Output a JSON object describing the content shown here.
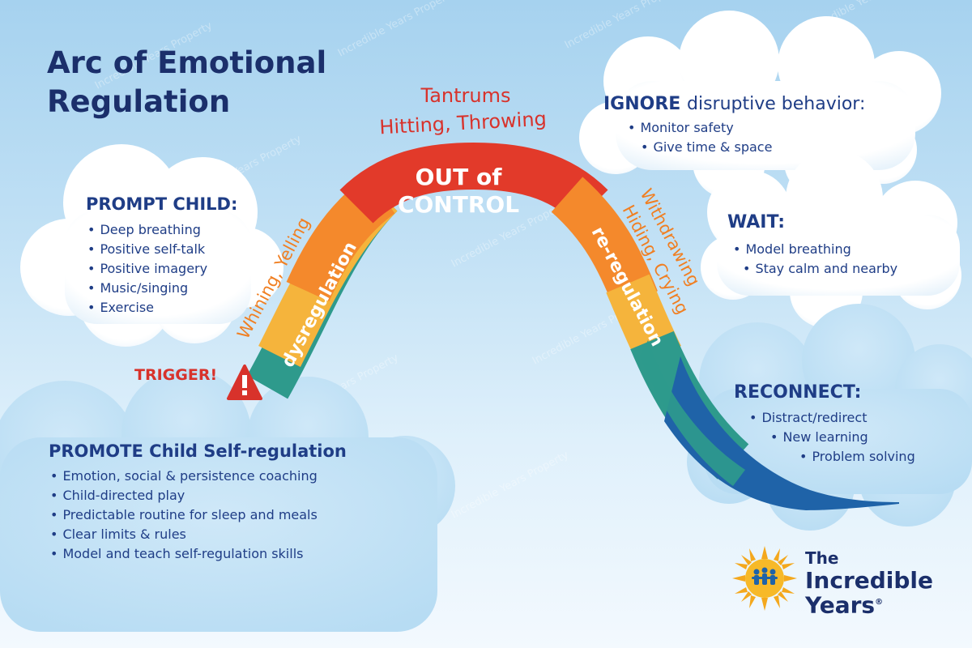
{
  "title": {
    "line1": "Arc of Emotional",
    "line2": "Regulation"
  },
  "arc": {
    "peak": {
      "line1": "OUT of",
      "line2": "CONTROL"
    },
    "left_label": "dysregulation",
    "right_label": "re-regulation",
    "top_behaviors": {
      "line1": "Tantrums",
      "line2": "Hitting, Throwing"
    },
    "left_behaviors": "Whining, Yelling",
    "right_behaviors": {
      "line1": "Withdrawing",
      "line2": "Hiding, Crying"
    },
    "trigger": {
      "label": "TRIGGER!",
      "icon": "warning-triangle-icon"
    },
    "colors": {
      "red": "#e23a2a",
      "orange": "#f4892c",
      "yellow": "#f5b43c",
      "green": "#2e9a8c",
      "blue": "#1f63a8"
    }
  },
  "prompt_child": {
    "heading": "PROMPT CHILD:",
    "items": [
      "Deep breathing",
      "Positive self-talk",
      "Positive imagery",
      "Music/singing",
      "Exercise"
    ]
  },
  "ignore": {
    "heading_bold": "IGNORE",
    "heading_rest": "disruptive behavior:",
    "items": [
      "Monitor safety",
      "Give time & space"
    ]
  },
  "wait": {
    "heading": "WAIT:",
    "items": [
      "Model breathing",
      "Stay calm and nearby"
    ]
  },
  "reconnect": {
    "heading": "RECONNECT:",
    "items": [
      "Distract/redirect",
      "New learning",
      "Problem solving"
    ]
  },
  "promote": {
    "heading_bold": "PROMOTE",
    "heading_rest": "Child Self-regulation",
    "items": [
      "Emotion, social & persistence coaching",
      "Child-directed play",
      "Predictable routine for sleep and meals",
      "Clear limits & rules",
      "Model and teach self-regulation skills"
    ]
  },
  "watermark": "Incredible Years Property",
  "logo": {
    "line1": "The",
    "line2": "Incredible",
    "line3": "Years",
    "mark": "®",
    "icon": "sun-children-icon"
  }
}
